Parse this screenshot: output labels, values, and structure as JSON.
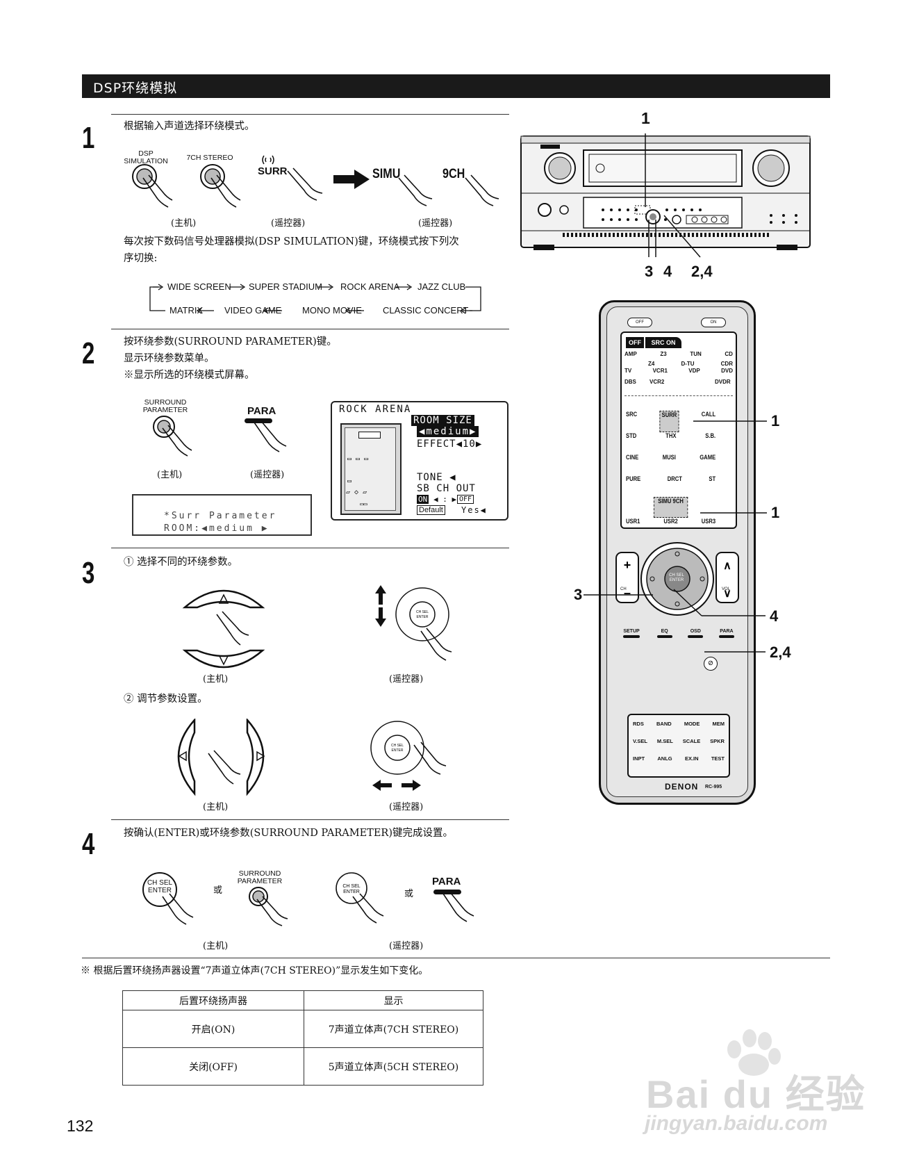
{
  "section_title": "DSP环绕模拟",
  "steps": [
    {
      "number": "1",
      "text": "根据输入声道选择环绕模式。",
      "labels": {
        "dsp": "DSP SIMULATION",
        "stereo": "7CH STEREO",
        "surr": "SURR",
        "simu": "SIMU",
        "ch9": "9CH"
      },
      "captions": [
        "(主机)",
        "(遥控器)",
        "(遥控器)"
      ],
      "description": [
        "每次按下数码信号处理器模拟(DSP  SIMULATION)键，环绕模式按下列次",
        "序切换:"
      ]
    },
    {
      "number": "2",
      "lines": [
        "按环绕参数(SURROUND  PARAMETER)键。",
        "显示环绕参数菜单。",
        "※显示所选的环绕模式屏幕。"
      ],
      "labels": {
        "surround_parameter": "SURROUND PARAMETER",
        "para": "PARA"
      },
      "captions": [
        "(主机)",
        "(遥控器)"
      ]
    },
    {
      "number": "3",
      "sub1": "① 选择不同的环绕参数。",
      "sub2": "② 调节参数设置。",
      "captions": [
        "(主机)",
        "(遥控器)",
        "(主机)",
        "(遥控器)"
      ]
    },
    {
      "number": "4",
      "text": "按确认(ENTER)或环绕参数(SURROUND  PARAMETER)键完成设置。",
      "labels": {
        "ch_sel_enter": "CH SEL ENTER",
        "surround_parameter": "SURROUND PARAMETER",
        "para": "PARA",
        "or": "或"
      },
      "captions": [
        "(主机)",
        "(遥控器)"
      ]
    }
  ],
  "mode_cycle": {
    "top": [
      "WIDE SCREEN",
      "SUPER STADIUM",
      "ROCK ARENA",
      "JAZZ CLUB"
    ],
    "bottom": [
      "MATRIX",
      "VIDEO GAME",
      "MONO MOVIE",
      "CLASSIC CONCERT"
    ]
  },
  "lcd_main": {
    "line1": "*Surr Parameter",
    "line2": "ROOM:◀medium   ▶"
  },
  "osd": {
    "title": "ROCK ARENA",
    "room_size": "ROOM SIZE",
    "room_value": "◀medium▶",
    "effect": "EFFECT◀10▶",
    "tone": "TONE ◀",
    "sb": "SB CH OUT",
    "on": "ON",
    "sep": "◀ : ▶",
    "off": "OFF",
    "default": "Default",
    "yes": "Yes◀"
  },
  "receiver_callouts": {
    "top": "1",
    "bottom": [
      "3",
      "4",
      "2,4"
    ]
  },
  "remote": {
    "buttons": {
      "off": "OFF",
      "on": "ON"
    },
    "tab": [
      "OFF",
      "SRC ON"
    ],
    "source_rows": [
      [
        "AMP",
        "Z3",
        "TUN",
        "CD"
      ],
      [
        "",
        "Z4",
        "D-TU",
        "CDR"
      ],
      [
        "TV",
        "VCR1",
        "VDP",
        "DVD"
      ],
      [
        "DBS",
        "VCR2",
        "",
        "DVDR"
      ]
    ],
    "mode_rows": [
      [
        "SRC",
        "SURR",
        "CALL"
      ],
      [
        "STD",
        "THX",
        "S.B."
      ],
      [
        "CINE",
        "MUSI",
        "GAME"
      ],
      [
        "PURE",
        "DRCT",
        "ST"
      ],
      [
        "",
        "SIMU  9CH",
        ""
      ],
      [
        "USR1",
        "USR2",
        "USR3"
      ]
    ],
    "ch": "CH",
    "vol": "VOL",
    "enter": "CH SEL ENTER",
    "func": [
      "SETUP",
      "EQ",
      "OSD",
      "PARA"
    ],
    "bottom_rows": [
      [
        "RDS",
        "BAND",
        "MODE",
        "MEM"
      ],
      [
        "V.SEL",
        "M.SEL",
        "SCALE",
        "SPKR"
      ],
      [
        "INPT",
        "ANLG",
        "EX.IN",
        "TEST"
      ]
    ],
    "brand": "DENON",
    "model": "RC-995",
    "callouts": [
      "1",
      "1",
      "3",
      "4",
      "2,4"
    ]
  },
  "note": "※ 根据后置环绕扬声器设置“7声道立体声(7CH  STEREO)”显示发生如下变化。",
  "table": {
    "headers": [
      "后置环绕扬声器",
      "显示"
    ],
    "rows": [
      [
        "开启(ON)",
        "7声道立体声(7CH  STEREO)"
      ],
      [
        "关闭(OFF)",
        "5声道立体声(5CH  STEREO)"
      ]
    ]
  },
  "page_number": "132",
  "watermark": {
    "logo": "Bai du 经验",
    "url": "jingyan.baidu.com"
  }
}
